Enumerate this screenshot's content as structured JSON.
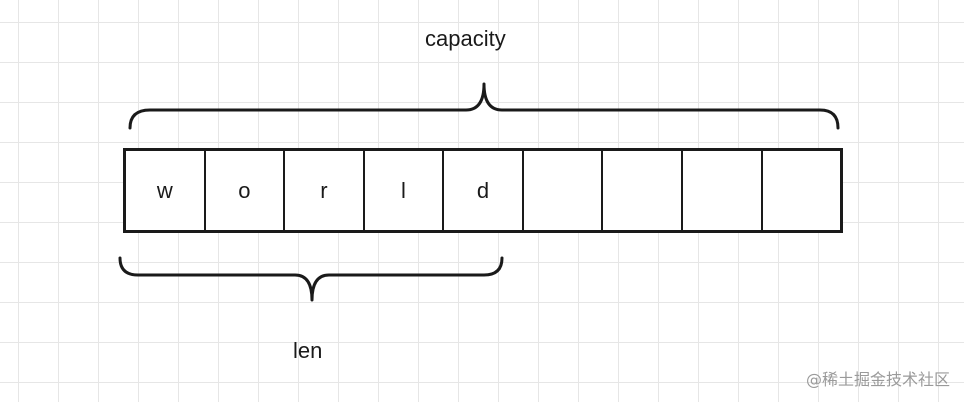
{
  "labels": {
    "capacity": "capacity",
    "len": "len"
  },
  "cells": [
    "w",
    "o",
    "r",
    "l",
    "d",
    "",
    "",
    "",
    ""
  ],
  "watermark": "@稀土掘金技术社区",
  "colors": {
    "stroke": "#1a1a1a",
    "grid": "#e6e6e6",
    "background": "#ffffff",
    "watermark": "#9a9a9a"
  }
}
